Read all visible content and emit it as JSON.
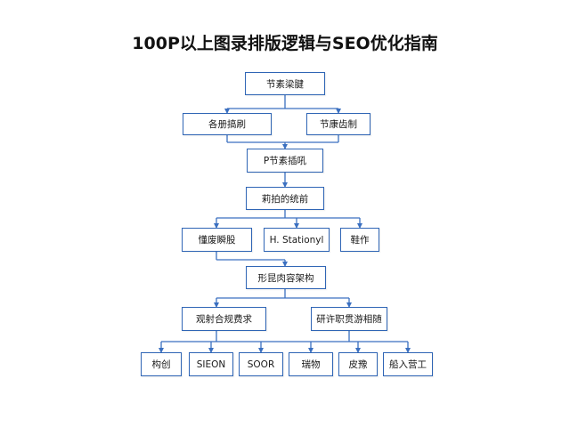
{
  "title": "100P以上图录排版逻辑与SEO优化指南",
  "colors": {
    "border": "#2f65b5",
    "line": "#3a6fc0",
    "text": "#1a1a1a"
  },
  "nodes": {
    "n1": "节素梁腱",
    "n2a": "各册搞刷",
    "n2b": "节康齿制",
    "n3": "P节素插吼",
    "n4": "莉拍的统前",
    "n5a": "懂废瞬股",
    "n5b": "H. Stationyl",
    "n5c": "鞋作",
    "n6": "形昆肉容架构",
    "n7a": "观射合规费求",
    "n7b": "研许职贯游相随",
    "n8a": "构创",
    "n8b": "SIEON",
    "n8c": "SOOR",
    "n8d": "瑞物",
    "n8e": "皮豫",
    "n8f": "船入营工"
  }
}
